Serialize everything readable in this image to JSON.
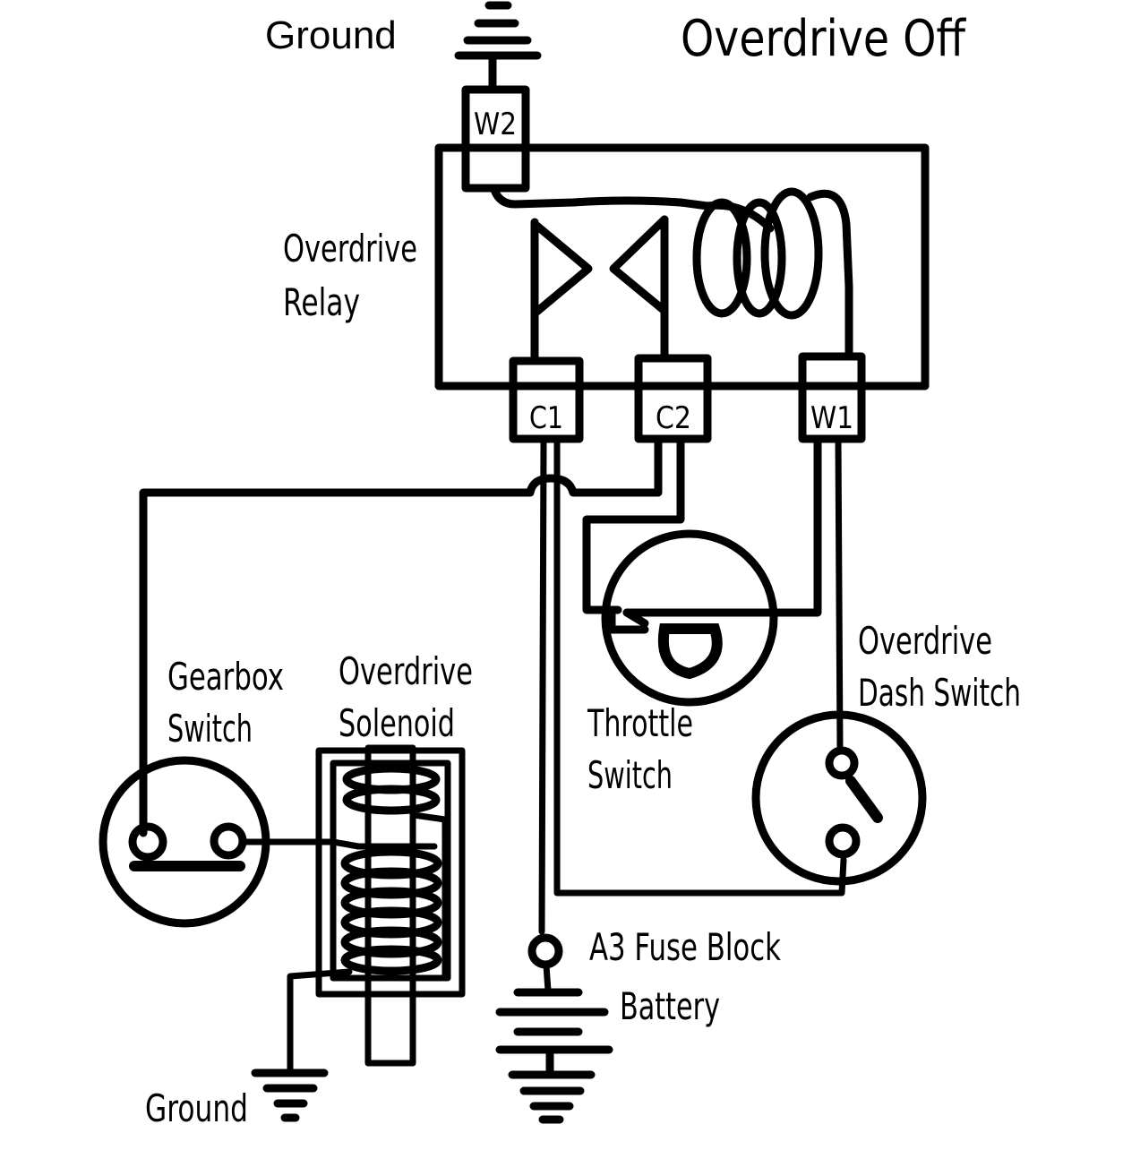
{
  "title": "Overdrive Off",
  "labels": {
    "ground_top": "Ground",
    "ground_bottom": "Ground",
    "relay": [
      "Overdrive",
      "Relay"
    ],
    "gearbox_switch": [
      "Gearbox",
      "Switch"
    ],
    "solenoid": [
      "Overdrive",
      "Solenoid"
    ],
    "throttle_switch": [
      "Throttle",
      "Switch"
    ],
    "dash_switch": [
      "Overdrive",
      "Dash Switch"
    ],
    "fuse_block": "A3 Fuse Block",
    "battery": "Battery"
  },
  "relay_terminals": {
    "w2": "W2",
    "c1": "C1",
    "c2": "C2",
    "w1": "W1"
  },
  "components": [
    {
      "id": "ground-top",
      "type": "ground-symbol"
    },
    {
      "id": "overdrive-relay",
      "type": "relay",
      "terminals": [
        "W2",
        "C1",
        "C2",
        "W1"
      ],
      "contacts": "open"
    },
    {
      "id": "gearbox-switch",
      "type": "switch"
    },
    {
      "id": "overdrive-solenoid",
      "type": "solenoid"
    },
    {
      "id": "throttle-switch",
      "type": "switch"
    },
    {
      "id": "dash-switch",
      "type": "toggle-switch",
      "state": "open"
    },
    {
      "id": "fuse-block",
      "type": "fuse-terminal",
      "name": "A3 Fuse Block"
    },
    {
      "id": "battery",
      "type": "battery"
    },
    {
      "id": "ground-bottom",
      "type": "ground-symbol"
    }
  ],
  "connections": [
    {
      "from": "W2",
      "to": "Ground (top)"
    },
    {
      "from": "W2",
      "to": "Relay coil"
    },
    {
      "from": "Relay coil",
      "to": "W1"
    },
    {
      "from": "C1",
      "to": "A3 Fuse Block / Battery"
    },
    {
      "from": "C1",
      "to": "Overdrive Dash Switch"
    },
    {
      "from": "C2",
      "to": "Gearbox Switch"
    },
    {
      "from": "C2",
      "to": "Throttle Switch"
    },
    {
      "from": "W1",
      "to": "Throttle Switch"
    },
    {
      "from": "W1",
      "to": "Overdrive Dash Switch"
    },
    {
      "from": "Gearbox Switch",
      "to": "Overdrive Solenoid"
    },
    {
      "from": "Overdrive Solenoid",
      "to": "Ground (bottom)"
    }
  ]
}
